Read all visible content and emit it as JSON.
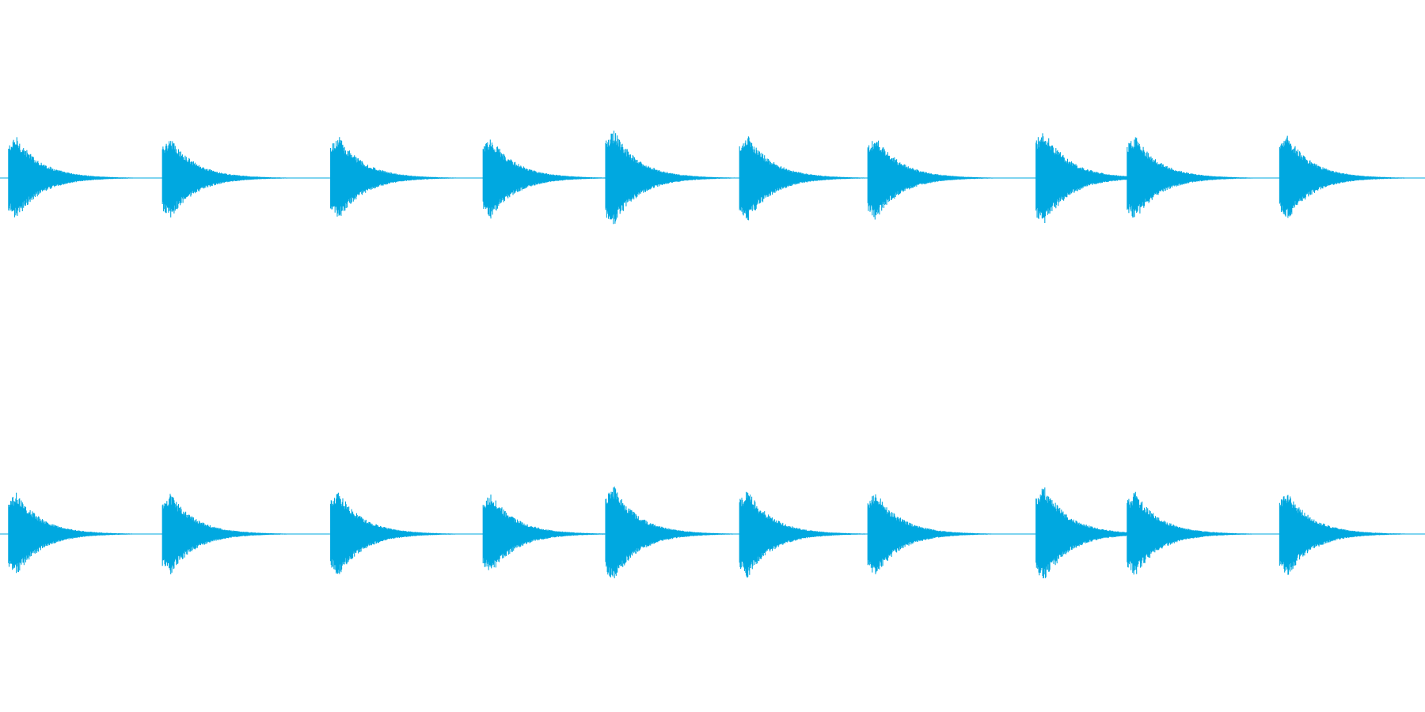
{
  "waveform": {
    "color": "#00a8e0",
    "background": "#ffffff",
    "channel_count": 2,
    "burst_onsets": [
      0.006,
      0.114,
      0.232,
      0.339,
      0.425,
      0.519,
      0.609,
      0.727,
      0.791,
      0.898
    ],
    "burst_amplitudes": [
      0.53,
      0.52,
      0.54,
      0.52,
      0.62,
      0.56,
      0.54,
      0.62,
      0.54,
      0.54
    ],
    "burst_length": 0.052
  }
}
